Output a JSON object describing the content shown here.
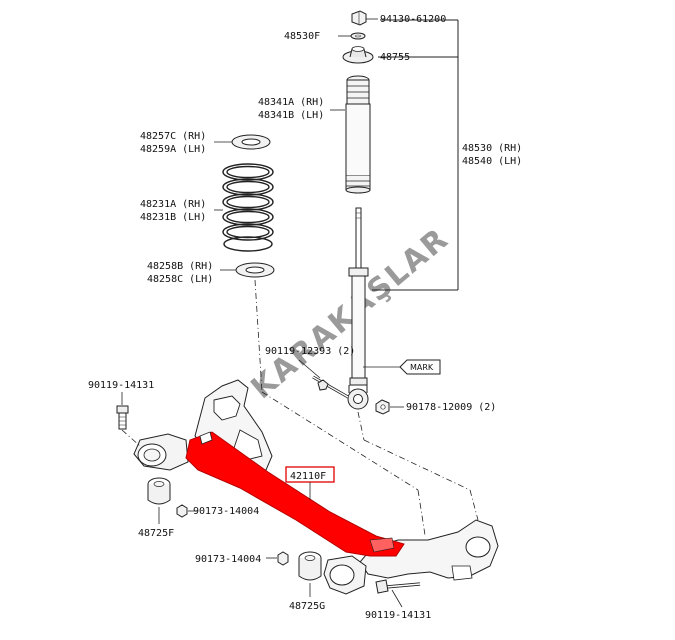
{
  "watermark": "KARAKAŞLAR",
  "labels": {
    "nut_top": "94130-61200",
    "washer_top": "48530F",
    "support": "48755",
    "bumper_rh": "48341A (RH)",
    "bumper_lh": "48341B (LH)",
    "seat_upper_rh": "48257C (RH)",
    "seat_upper_lh": "48259A (LH)",
    "spring_rh": "48231A (RH)",
    "spring_lh": "48231B (LH)",
    "seat_lower_rh": "48258B (RH)",
    "seat_lower_lh": "48258C (LH)",
    "absorber_rh": "48530 (RH)",
    "absorber_lh": "48540 (LH)",
    "bolt_upper": "90119-12393 (2)",
    "mark": "MARK",
    "bolt_left": "90119-14131",
    "nut_right": "90178-12009 (2)",
    "beam": "42110F",
    "nut_left": "90173-14004",
    "bush_left": "48725F",
    "nut_left2": "90173-14004",
    "bush_right": "48725G",
    "bolt_right": "90119-14131"
  },
  "colors": {
    "beam_highlight": "#ff0000",
    "label_box": "#e00000",
    "line": "#222222",
    "watermark": "#9a9a9a"
  }
}
